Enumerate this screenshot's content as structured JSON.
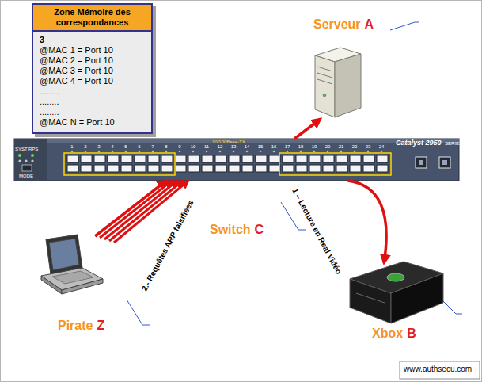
{
  "diagram": {
    "nodes": [
      {
        "text": [
          "Zone Mémoire des correspondances",
          "3",
          "@MAC 1 = Port 10",
          "@MAC 2 = Port 10",
          "@MAC 3 = Port 10",
          "@MAC 4 = Port 10",
          "........",
          "........",
          "........",
          "@MAC N = Port 10"
        ]
      },
      {
        "text": [
          "Serveur",
          "A"
        ]
      },
      {
        "text": [
          "Switch",
          "C"
        ]
      },
      {
        "text": [
          "Pirate",
          "Z"
        ]
      },
      {
        "text": [
          "Xbox",
          "B"
        ]
      }
    ],
    "edges": [
      {
        "from": 2,
        "to": 1,
        "arrow": "to"
      },
      {
        "from": 2,
        "to": 4,
        "arrow": "to",
        "label": "1 – Lecture en Real Vidéo"
      },
      {
        "from": 3,
        "to": 2,
        "arrow": "to",
        "label": "2.- Requêtes ARP falsifiées"
      }
    ],
    "labels": [
      "Catalyst 2950",
      "SERIES",
      "10/100Base-TX",
      "SYST",
      "RPS",
      "MODE",
      "1",
      "2",
      "3",
      "4",
      "5",
      "6",
      "7",
      "8",
      "9",
      "10",
      "11",
      "12",
      "13",
      "14",
      "15",
      "16",
      "17",
      "18",
      "19",
      "20",
      "21",
      "22",
      "23",
      "24",
      "www.authsecu.com"
    ]
  }
}
